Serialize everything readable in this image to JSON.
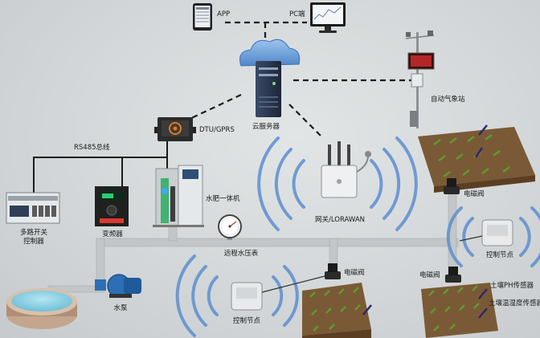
{
  "labels": {
    "app": "APP",
    "pc": "PC端",
    "weather_station": "自动气象站",
    "cloud_server": "云服务器",
    "dtu": "DTU/GPRS",
    "rs485": "RS485总线",
    "fertigation": "水肥一体机",
    "gateway": "网关/LORAWAN",
    "solenoid_top": "电磁阀",
    "multi_switch_line1": "多路开关",
    "multi_switch_line2": "控制器",
    "inverter": "变频器",
    "pressure_gauge": "远程水压表",
    "control_node_right": "控制节点",
    "solenoid_right": "电磁阀",
    "solenoid_mid": "电磁阀",
    "pump": "水泵",
    "control_node_left": "控制节点",
    "soil_ph_sensor": "土壤PH传感器",
    "soil_moisture_sensor": "土壤温湿度传感器"
  },
  "colors": {
    "pipe": "#b9bdc0",
    "dashed_link": "#1b1b1b",
    "bus_line": "#1b1b1b",
    "signal_wave": "#5d8fd0",
    "soil": "#7a5a36",
    "grass": "#5f9a30",
    "water": "#7fcbe0",
    "pump": "#2d6fb5",
    "cloud": "#6b9fd8",
    "dtu_screen": "#e07a1f"
  }
}
